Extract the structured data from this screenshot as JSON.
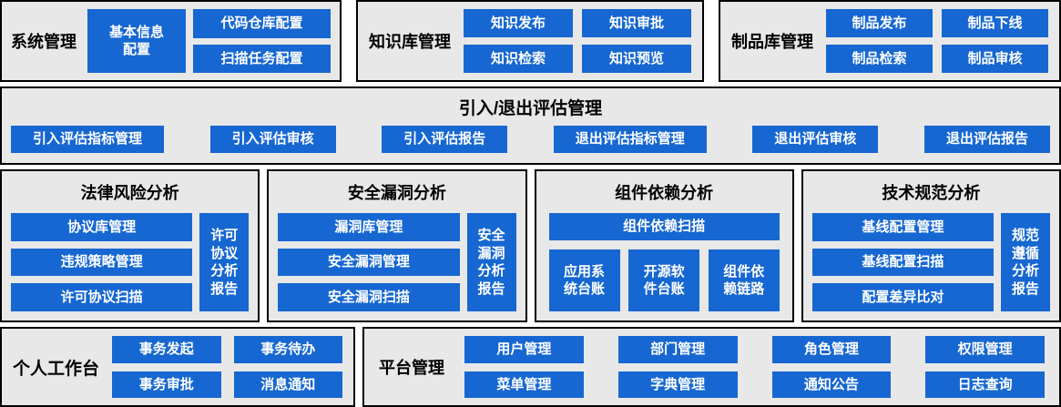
{
  "colors": {
    "panel_bg": "#e8e8e8",
    "panel_border": "#000000",
    "button_bg": "#1667d2",
    "button_text": "#ffffff",
    "title_color": "#000000"
  },
  "system_management": {
    "title": "系统管理",
    "basic_info_config": "基本信息配置",
    "code_repo_config": "代码仓库配置",
    "scan_task_config": "扫描任务配置"
  },
  "knowledge_base": {
    "title": "知识库管理",
    "publish": "知识发布",
    "approval": "知识审批",
    "search": "知识检索",
    "preview": "知识预览"
  },
  "artifact_library": {
    "title": "制品库管理",
    "publish": "制品发布",
    "offline": "制品下线",
    "search": "制品检索",
    "review": "制品审核"
  },
  "import_exit_evaluation": {
    "title": "引入/退出评估管理",
    "buttons": [
      "引入评估指标管理",
      "引入评估审核",
      "引入评估报告",
      "退出评估指标管理",
      "退出评估审核",
      "退出评估报告"
    ]
  },
  "legal_risk_analysis": {
    "title": "法律风险分析",
    "buttons": [
      "协议库管理",
      "违规策略管理",
      "许可协议扫描"
    ],
    "report": "许可协议分析报告"
  },
  "security_vulnerability_analysis": {
    "title": "安全漏洞分析",
    "buttons": [
      "漏洞库管理",
      "安全漏洞管理",
      "安全漏洞扫描"
    ],
    "report": "安全漏洞分析报告"
  },
  "component_dependency_analysis": {
    "title": "组件依赖分析",
    "scan": "组件依赖扫描",
    "ledgers": [
      "应用系统台账",
      "开源软件台账",
      "组件依赖链路"
    ]
  },
  "tech_spec_analysis": {
    "title": "技术规范分析",
    "buttons": [
      "基线配置管理",
      "基线配置扫描",
      "配置差异比对"
    ],
    "report": "规范遵循分析报告"
  },
  "personal_workspace": {
    "title": "个人工作台",
    "buttons": [
      "事务发起",
      "事务待办",
      "事务审批",
      "消息通知"
    ]
  },
  "platform_management": {
    "title": "平台管理",
    "buttons": [
      "用户管理",
      "部门管理",
      "角色管理",
      "权限管理",
      "菜单管理",
      "字典管理",
      "通知公告",
      "日志查询"
    ]
  }
}
